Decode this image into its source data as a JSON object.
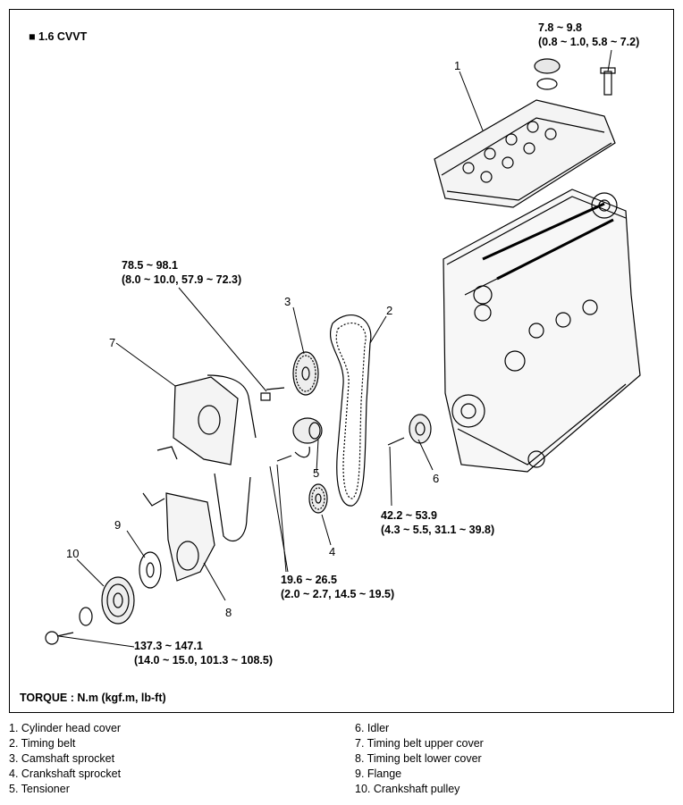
{
  "header": {
    "variant": "■ 1.6 CVVT"
  },
  "torques": {
    "head_cover": {
      "nm": "7.8 ~ 9.8",
      "alt": "(0.8 ~ 1.0, 5.8 ~ 7.2)"
    },
    "camshaft": {
      "nm": "78.5 ~ 98.1",
      "alt": "(8.0 ~ 10.0, 57.9 ~ 72.3)"
    },
    "idler": {
      "nm": "42.2 ~ 53.9",
      "alt": "(4.3 ~ 5.5, 31.1 ~ 39.8)"
    },
    "tensioner": {
      "nm": "19.6 ~ 26.5",
      "alt": "(2.0 ~ 2.7, 14.5 ~ 19.5)"
    },
    "crank_bolt": {
      "nm": "137.3 ~ 147.1",
      "alt": "(14.0 ~ 15.0, 101.3 ~ 108.5)"
    }
  },
  "callouts": [
    "1",
    "2",
    "3",
    "4",
    "5",
    "6",
    "7",
    "8",
    "9",
    "10"
  ],
  "torque_unit": "TORQUE : N.m (kgf.m, lb-ft)",
  "legend": [
    "1.  Cylinder head cover",
    "2.  Timing belt",
    "3.  Camshaft sprocket",
    "4.  Crankshaft sprocket",
    "5.  Tensioner",
    "6.  Idler",
    "7.  Timing belt upper cover",
    "8.  Timing belt lower cover",
    "9.  Flange",
    "10.  Crankshaft pulley"
  ]
}
